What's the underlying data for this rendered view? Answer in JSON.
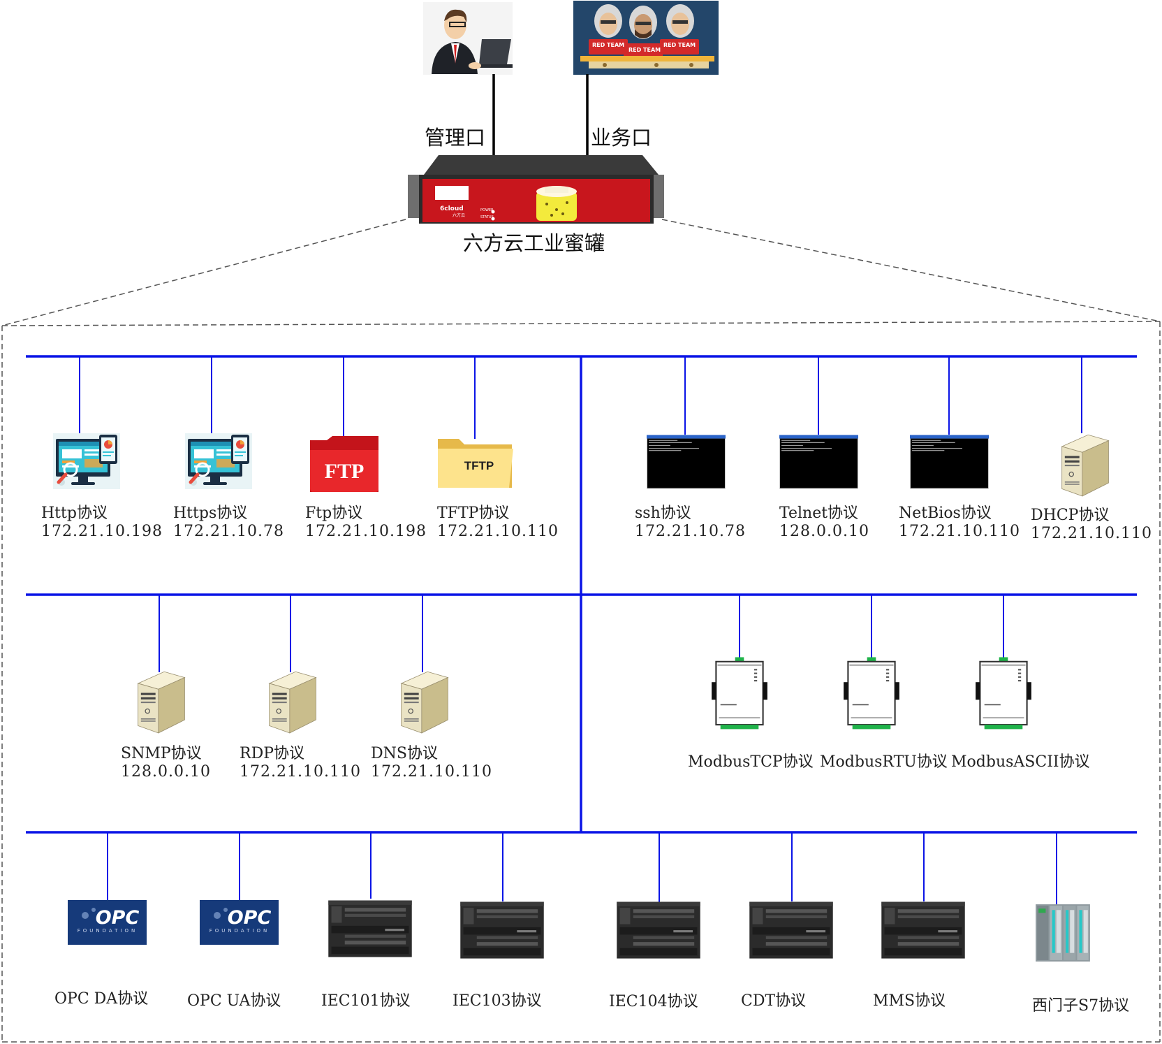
{
  "header": {
    "mgmt_port_label": "管理口",
    "service_port_label": "业务口",
    "device_name": "六方云工业蜜罐",
    "red_team_badges": [
      "RED TEAM",
      "RED TEAM",
      "RED TEAM"
    ],
    "device_logo_text": "6cloud",
    "device_logo_sub": "六方云",
    "device_led_labels": [
      "POWER",
      "STATUS"
    ]
  },
  "row1": [
    {
      "name": "Http协议",
      "ip": "172.21.10.198",
      "icon": "web-monitor-icon"
    },
    {
      "name": "Https协议",
      "ip": "172.21.10.78",
      "icon": "web-monitor-icon"
    },
    {
      "name": "Ftp协议",
      "ip": "172.21.10.198",
      "icon": "ftp-folder-icon",
      "badge": "FTP"
    },
    {
      "name": "TFTP协议",
      "ip": "172.21.10.110",
      "icon": "tftp-folder-icon",
      "badge": "TFTP"
    },
    {
      "name": "ssh协议",
      "ip": "172.21.10.78",
      "icon": "terminal-icon"
    },
    {
      "name": "Telnet协议",
      "ip": "128.0.0.10",
      "icon": "terminal-icon"
    },
    {
      "name": "NetBios协议",
      "ip": "172.21.10.110",
      "icon": "terminal-icon"
    },
    {
      "name": "DHCP协议",
      "ip": "172.21.10.110",
      "icon": "server-icon"
    }
  ],
  "row2": [
    {
      "name": "SNMP协议",
      "ip": "128.0.0.10",
      "icon": "server-icon"
    },
    {
      "name": "RDP协议",
      "ip": "172.21.10.110",
      "icon": "server-icon"
    },
    {
      "name": "DNS协议",
      "ip": "172.21.10.110",
      "icon": "server-icon"
    },
    {
      "name": "ModbusTCP协议",
      "icon": "protocol-gateway-icon"
    },
    {
      "name": "ModbusRTU协议",
      "icon": "protocol-gateway-icon"
    },
    {
      "name": "ModbusASCII协议",
      "icon": "protocol-gateway-icon"
    }
  ],
  "row3": [
    {
      "name": "OPC DA协议",
      "icon": "opc-foundation-logo"
    },
    {
      "name": "OPC UA协议",
      "icon": "opc-foundation-logo"
    },
    {
      "name": "IEC101协议",
      "icon": "plc-icon"
    },
    {
      "name": "IEC103协议",
      "icon": "plc-icon"
    },
    {
      "name": "IEC104协议",
      "icon": "plc-icon"
    },
    {
      "name": "CDT协议",
      "icon": "plc-icon"
    },
    {
      "name": "MMS协议",
      "icon": "plc-icon"
    },
    {
      "name": "西门子S7协议",
      "icon": "siemens-plc-icon"
    }
  ],
  "opc_logo": {
    "main": "OPC",
    "sub": "FOUNDATION"
  },
  "colors": {
    "bus": "#0a14e6",
    "device_red": "#c8161d",
    "dashed": "#555555"
  }
}
